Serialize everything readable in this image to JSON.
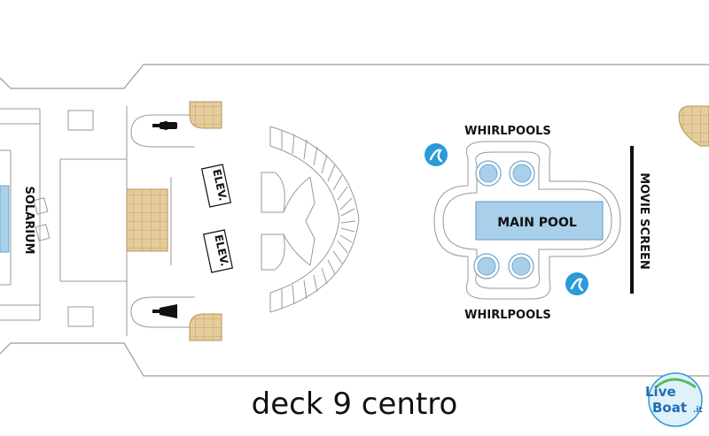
{
  "colors": {
    "line": "#9a9a9a",
    "stairs": "#e6cc9a",
    "stairs_line": "#b49660",
    "pool": "#a9d0ea",
    "pool_line": "#6fa6c9",
    "marker": "#2a9ad8",
    "text": "#111111"
  },
  "labels": {
    "solarium": "SOLARIUM",
    "elev_1": "ELEV.",
    "elev_2": "ELEV.",
    "whirlpools_top": "WHIRLPOOLS",
    "whirlpools_bottom": "WHIRLPOOLS",
    "main_pool": "MAIN POOL",
    "movie_screen": "MOVIE SCREEN"
  },
  "caption": "deck 9 centro",
  "watermark": {
    "text_line1": "Live",
    "text_line2": "Boat",
    "suffix": ".it"
  },
  "icons": [
    "restroom-men-icon",
    "restroom-women-icon",
    "info-point-icon"
  ]
}
